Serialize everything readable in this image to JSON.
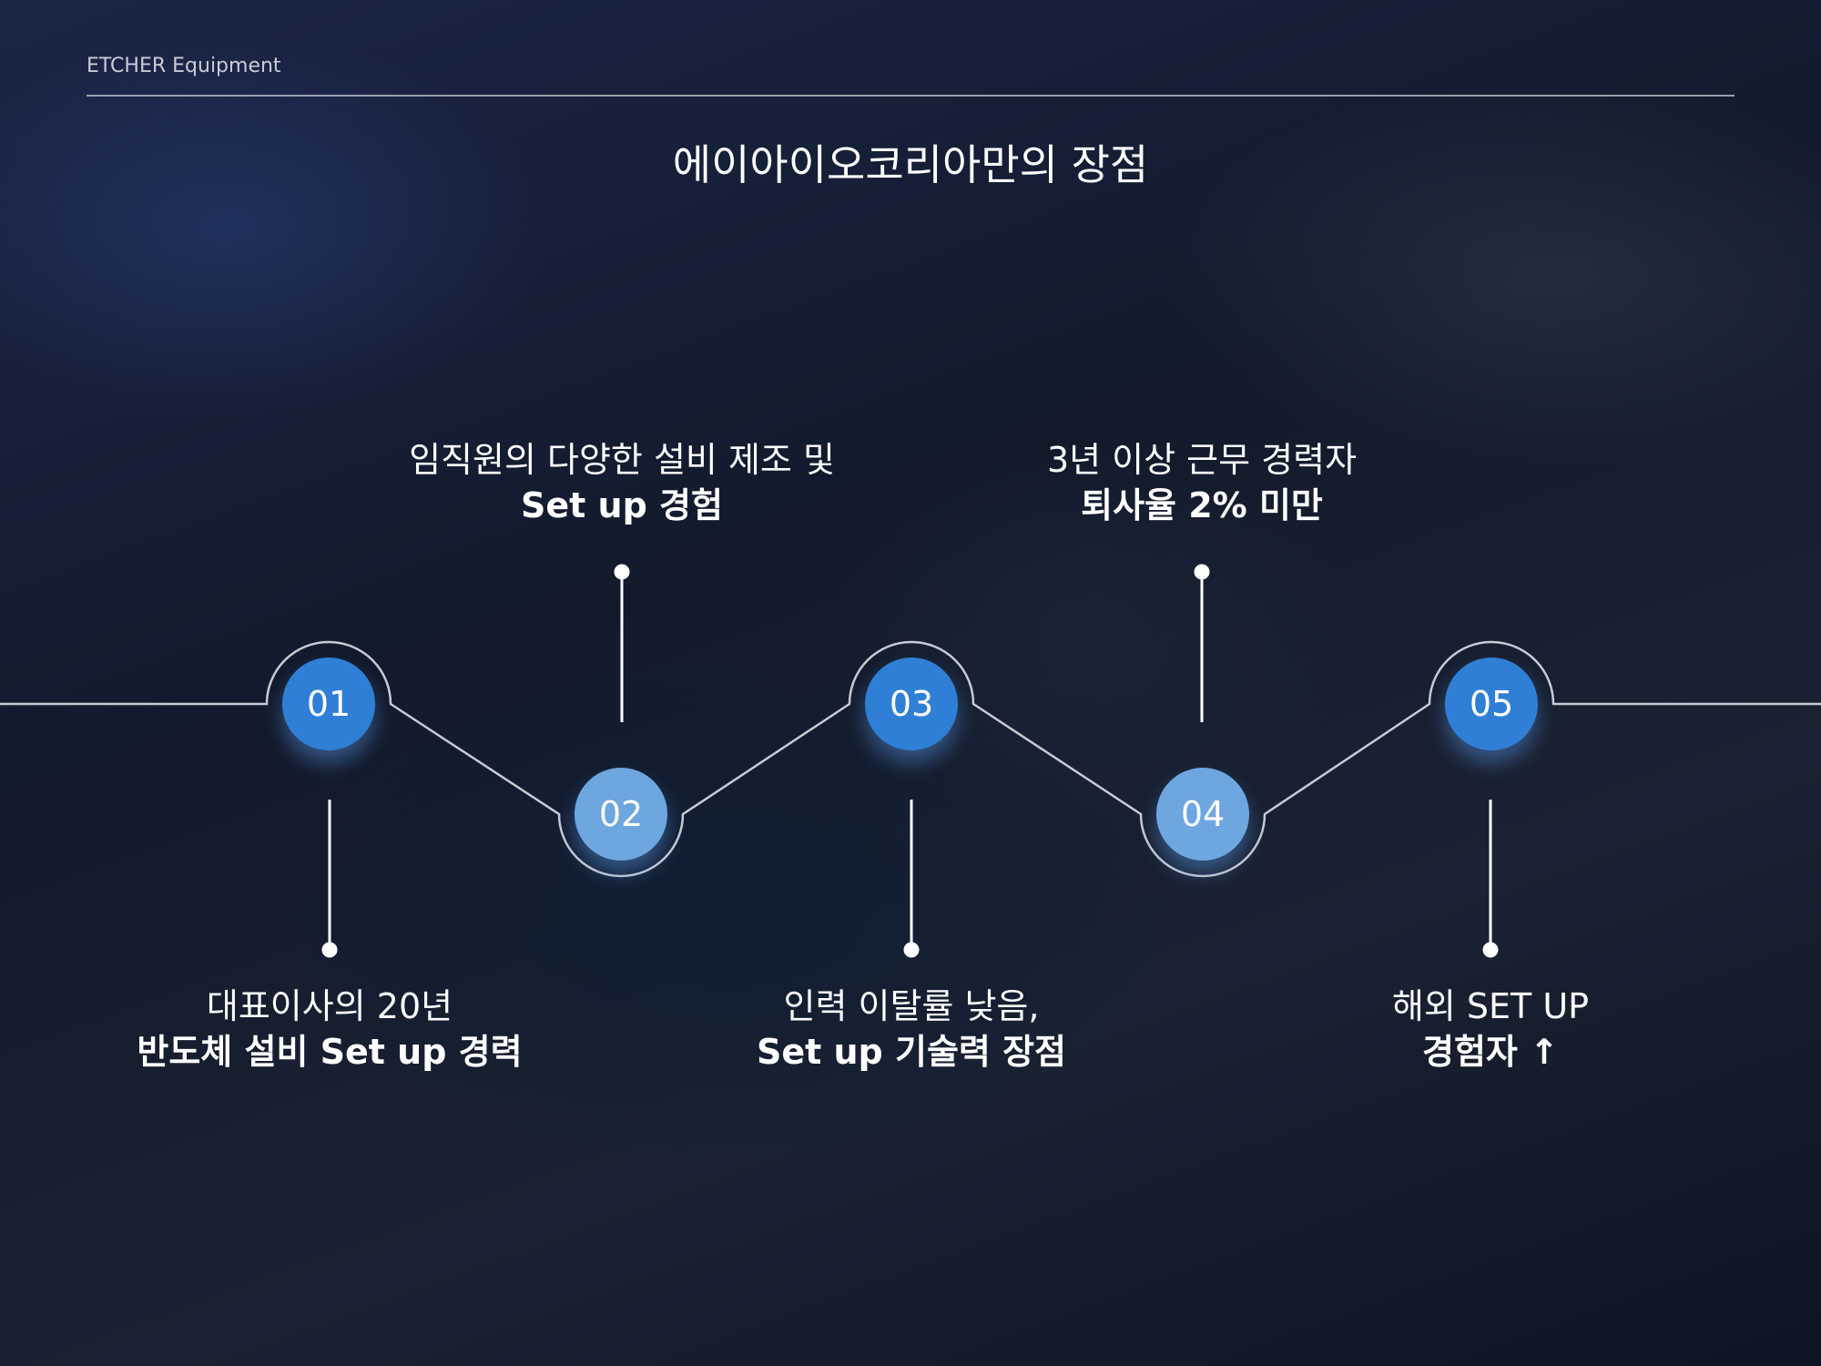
{
  "header": {
    "brand": "ETCHER Equipment"
  },
  "title": "에이아이오코리아만의 장점",
  "colors": {
    "step_dark": "#2f7fd6",
    "step_light": "#6ea6e0"
  },
  "steps": [
    {
      "number": "01",
      "line1": "대표이사의 20년",
      "line2": "반도체 설비 Set up 경력"
    },
    {
      "number": "02",
      "line1": "임직원의 다양한 설비 제조 및",
      "line2": "Set up 경험"
    },
    {
      "number": "03",
      "line1": "인력 이탈률 낮음,",
      "line2": "Set up 기술력 장점"
    },
    {
      "number": "04",
      "line1": "3년 이상 근무 경력자",
      "line2": "퇴사율 2% 미만"
    },
    {
      "number": "05",
      "line1": "해외 SET UP",
      "line2": "경험자 ↑"
    }
  ]
}
